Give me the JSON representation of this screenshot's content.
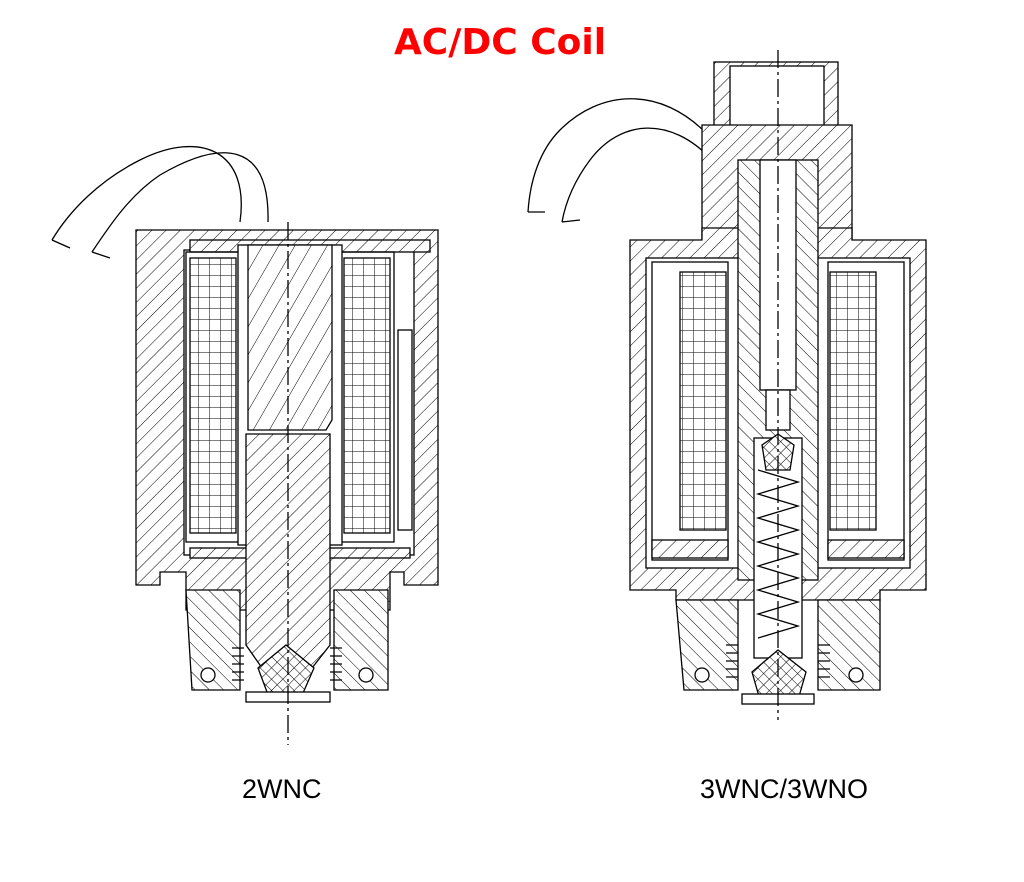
{
  "title": "AC/DC Coil",
  "title_color": "#ff0000",
  "drawings": [
    {
      "caption": "2WNC"
    },
    {
      "caption": "3WNC/3WNO"
    }
  ]
}
